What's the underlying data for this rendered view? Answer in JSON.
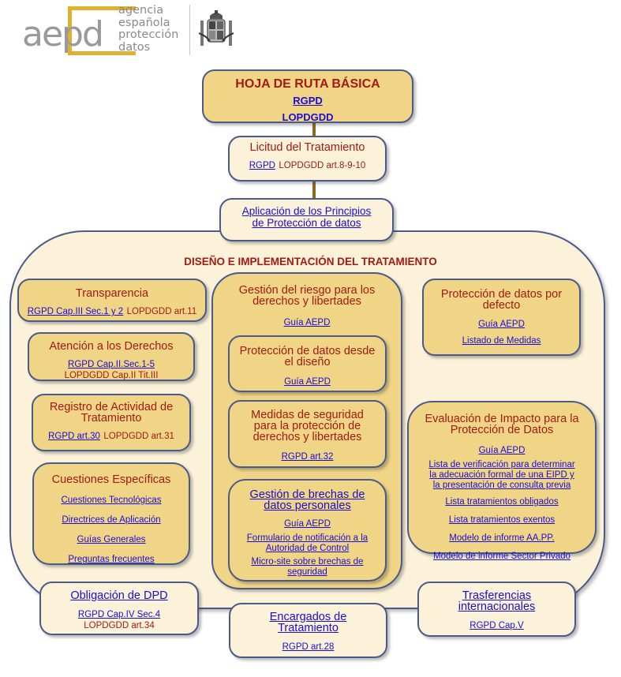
{
  "logo": {
    "letters": "aepd",
    "lines": [
      "agencia",
      "española",
      "protección",
      "datos"
    ],
    "emblem": "spain-coat-of-arms-icon"
  },
  "header": {
    "title": "HOJA DE RUTA BÁSICA",
    "link1": "RGPD",
    "link2": "LOPDGDD"
  },
  "licitud": {
    "title": "Licitud del Tratamiento",
    "link": "RGPD",
    "text": "LOPDGDD art.8-9-10"
  },
  "principios": {
    "line1": "Aplicación de los Principios",
    "line2": "de Protección de datos"
  },
  "section_title": "DISEÑO E IMPLEMENTACIÓN DEL TRATAMIENTO",
  "transparencia": {
    "title": "Transparencia",
    "link": "RGPD Cap.III Sec.1 y 2",
    "text": "LOPDGDD art.11"
  },
  "derechos": {
    "title": "Atención a los Derechos",
    "link": "RGPD Cap.II.Sec.1-5",
    "text": "LOPDGDD Cap.II Tit.III"
  },
  "registro": {
    "title_line1": "Registro de Actividad de",
    "title_line2": "Tratamiento",
    "link": "RGPD art.30",
    "text": "LOPDGDD art.31"
  },
  "cuestiones": {
    "title": "Cuestiones Específicas",
    "links": [
      "Cuestiones Tecnológicas",
      "Directrices de Aplicación",
      "Guías Generales",
      "Preguntas frecuentes"
    ]
  },
  "riesgo": {
    "title_line1": "Gestión del riesgo para los",
    "title_line2": "derechos y libertades",
    "link": "Guía AEPD"
  },
  "diseno": {
    "title_line1": "Protección de datos desde",
    "title_line2": "el diseño",
    "link": "Guía AEPD"
  },
  "medidas": {
    "title_line1": "Medidas de seguridad",
    "title_line2": "para la protección de",
    "title_line3": "derechos y libertades",
    "link": "RGPD art.32"
  },
  "brechas": {
    "title_line1": "Gestión de brechas de",
    "title_line2": "datos personales",
    "link1": "Guía AEPD",
    "link2_line1": "Formulario de notificación a la",
    "link2_line2": "Autoridad de Control",
    "link3_line1": "Micro-site sobre brechas de",
    "link3_line2": "seguridad"
  },
  "defecto": {
    "title_line1": "Protección de datos por",
    "title_line2": "defecto",
    "links": [
      "Guía AEPD",
      "Listado de Medidas"
    ]
  },
  "eipd": {
    "title_line1": "Evaluación de Impacto para la",
    "title_line2": "Protección de Datos",
    "link1": "Guía AEPD",
    "link2_lines": [
      "Lista de verificación para determinar",
      "la adecuación formal de una EIPD y",
      "la presentación de consulta previa"
    ],
    "links": [
      "Lista tratamientos obligados",
      "Lista tratamientos exentos",
      "Modelo de informe AA.PP.",
      "Modelo de informe Sector Privado"
    ]
  },
  "dpd": {
    "title": "Obligación de DPD",
    "link": "RGPD Cap.IV Sec.4",
    "text": "LOPDGDD art.34"
  },
  "encargados": {
    "title_line1": "Encargados de",
    "title_line2": "Tratamiento",
    "link": "RGPD art.28"
  },
  "transferencias": {
    "title_line1": "Trasferencias",
    "title_line2": "internacionales",
    "link": "RGPD Cap.V"
  },
  "colors": {
    "title_red": "#a31a14",
    "link_blue": "#1a0dd6",
    "border_blue": "#4a5a8a",
    "gold_fill": "#f0d586",
    "cream_fill": "#fbf2d9",
    "logo_gold": "#e0b12f",
    "connector": "#8a6a1e"
  }
}
